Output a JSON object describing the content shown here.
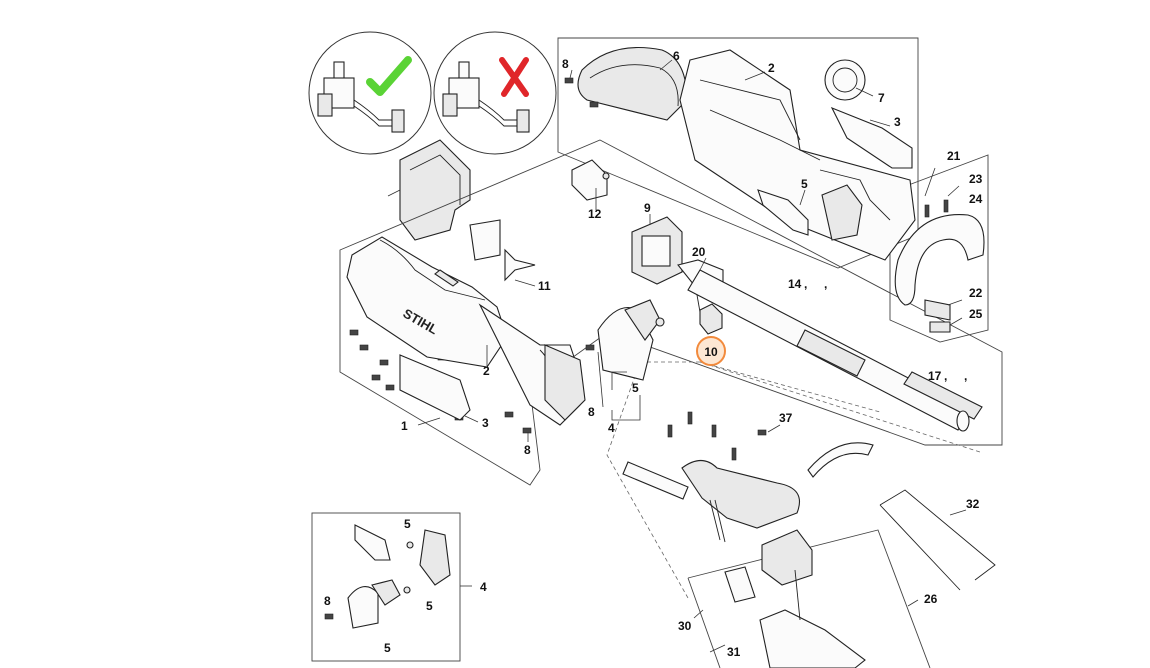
{
  "brand_text": "STIHL",
  "callouts": {
    "c1": "1",
    "c2a": "2",
    "c2b": "2",
    "c3a": "3",
    "c3b": "3",
    "c4a": "4",
    "c4b": "4",
    "c5a": "5",
    "c5b": "5",
    "c5c": "5",
    "c5d": "5",
    "c5e": "5",
    "c6": "6",
    "c7": "7",
    "c8a": "8",
    "c8b": "8",
    "c8c": "8",
    "c8d": "8",
    "c9": "9",
    "c10": "10",
    "c11": "11",
    "c12": "12",
    "c14": "14",
    "c17": "17",
    "c20": "20",
    "c21": "21",
    "c22": "22",
    "c23": "23",
    "c24": "24",
    "c25": "25",
    "c26": "26",
    "c30": "30",
    "c31": "31",
    "c32": "32",
    "c37": "37"
  },
  "separators": {
    "comma": ",",
    "dot": "."
  },
  "highlight": {
    "color": "#f28a3c",
    "fill": "#fde7d3"
  },
  "marks": {
    "ok_color": "#5ad335",
    "bad_color": "#e0262a"
  }
}
